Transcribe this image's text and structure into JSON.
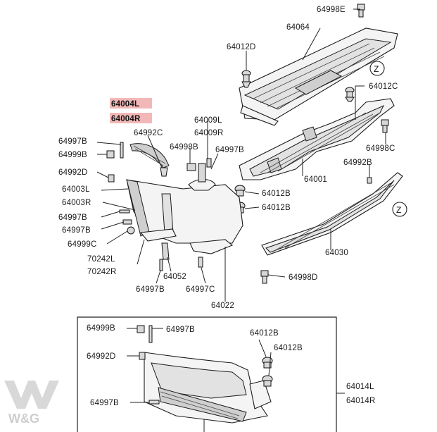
{
  "highlight_color": "#f2b8b8",
  "labels": {
    "l64998E": "64998E",
    "l64064": "64064",
    "l64012D": "64012D",
    "l64012C": "64012C",
    "l64004L": "64004L",
    "l64004R": "64004R",
    "l64009L": "64009L",
    "l64009R": "64009R",
    "l64997B_top": "64997B",
    "l64999B_top": "64999B",
    "l64992C": "64992C",
    "l64998B": "64998B",
    "l64997B_mid": "64997B",
    "l64998C": "64998C",
    "l64992D_top": "64992D",
    "l64992B": "64992B",
    "l64003L": "64003L",
    "l64003R": "64003R",
    "l64012B_a": "64012B",
    "l64012B_b": "64012B",
    "l64001": "64001",
    "l64997B_left": "64997B",
    "l64997B_left2": "64997B",
    "l64999C": "64999C",
    "l70242L": "70242L",
    "l70242R": "70242R",
    "l64052": "64052",
    "l64030": "64030",
    "l64998D": "64998D",
    "l64997B_bottom": "64997B",
    "l64997C": "64997C",
    "l64022": "64022",
    "l64999B_box": "64999B",
    "l64997B_box": "64997B",
    "l64012B_box1": "64012B",
    "l64012B_box2": "64012B",
    "l64992D_box": "64992D",
    "l64014L": "64014L",
    "l64014R": "64014R",
    "l64997B_box2": "64997B"
  },
  "callouts": {
    "z1": "Z",
    "z2": "Z"
  },
  "watermark": {
    "text": "W&G"
  }
}
